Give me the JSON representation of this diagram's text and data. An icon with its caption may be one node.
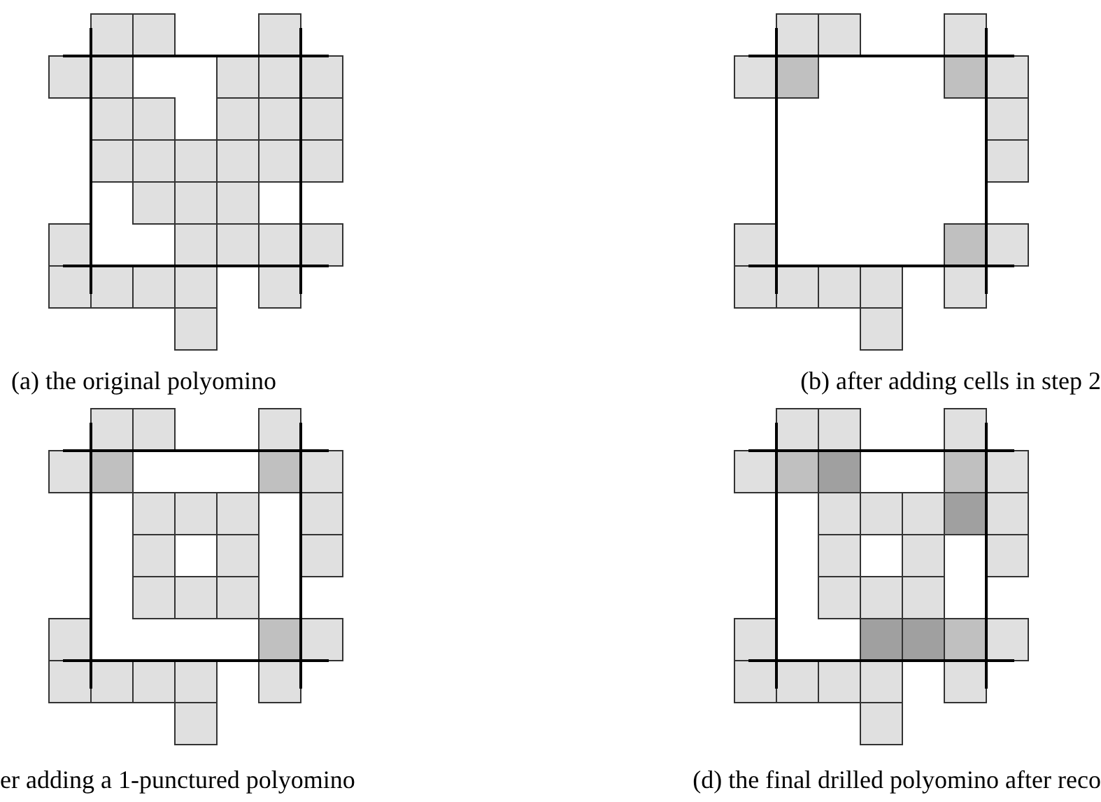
{
  "diagram": {
    "labels": [
      "(a) the original polyomino",
      "(b) after adding cells in step 2",
      "er adding a 1-punctured polyomino",
      "(d) the final drilled polyomino after reco"
    ]
  }
}
